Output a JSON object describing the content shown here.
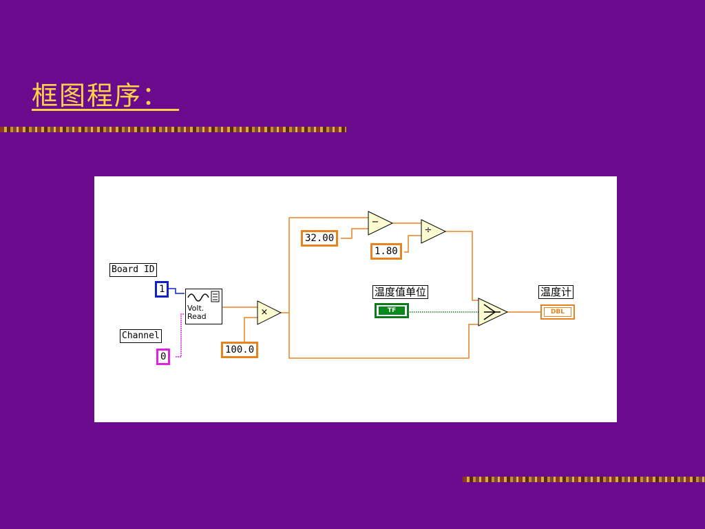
{
  "slide": {
    "title": "框图程序： "
  },
  "diagram": {
    "board_id_label": "Board ID",
    "board_id_value": "1",
    "channel_label": "Channel",
    "channel_value": "0",
    "vi_text": "Volt.\nRead",
    "multiply_const": "100.0",
    "multiply_symbol": "×",
    "subtract_const": "32.00",
    "subtract_symbol": "−",
    "divide_const": "1.80",
    "divide_symbol": "÷",
    "unit_label": "温度值单位",
    "unit_bool": "TF",
    "output_label": "温度计",
    "output_type": "DBL",
    "colors": {
      "wire": "#e8821e",
      "int_wire": "#1020c8",
      "pink_wire": "#e020e0",
      "bool_wire": "#0a7a1a",
      "node_fill": "#fdfbd0"
    }
  }
}
